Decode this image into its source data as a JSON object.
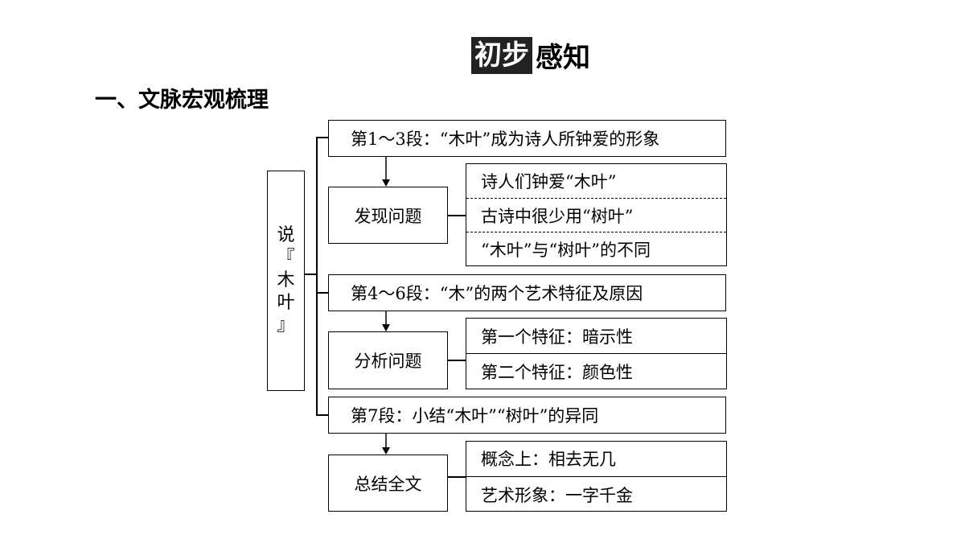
{
  "header": {
    "inverted": "初步",
    "normal": "感知"
  },
  "section_title": "一、文脉宏观梳理",
  "root_label": [
    "说",
    "『",
    "木",
    "叶",
    "』"
  ],
  "rows": [
    "第1～3段：“木叶”成为诗人所钟爱的形象",
    "第4～6段：“木”的两个艺术特征及原因",
    "第7段：小结“木叶”“树叶”的异同"
  ],
  "steps": [
    {
      "label": "发现问题",
      "items": [
        "诗人们钟爱“木叶”",
        "古诗中很少用“树叶”",
        "“木叶”与“树叶”的不同"
      ]
    },
    {
      "label": "分析问题",
      "items": [
        "第一个特征：暗示性",
        "第二个特征：颜色性"
      ]
    },
    {
      "label": "总结全文",
      "items": [
        "概念上：相去无几",
        "艺术形象：一字千金"
      ]
    }
  ]
}
